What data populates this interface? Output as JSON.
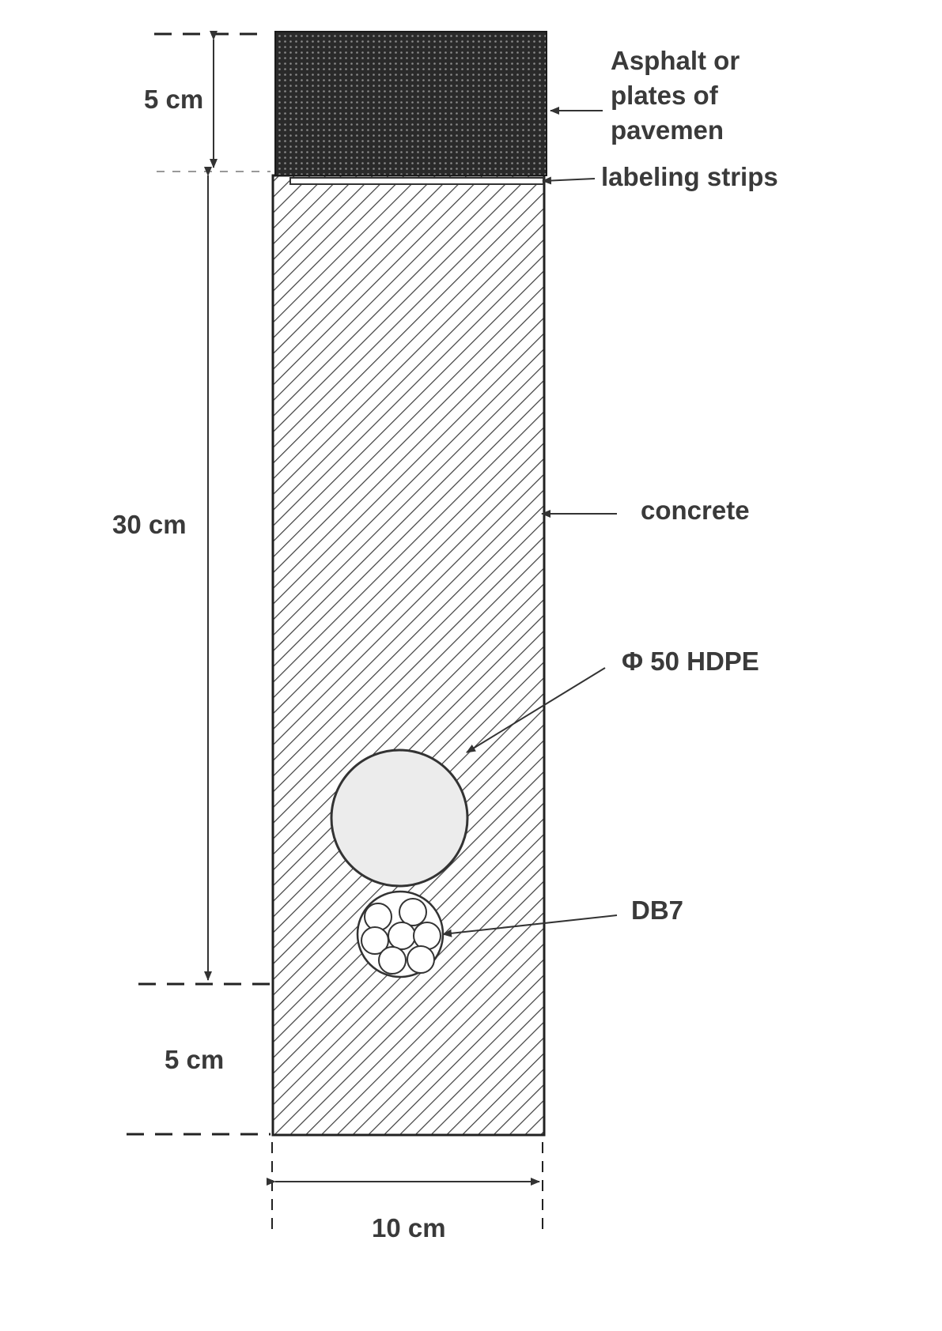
{
  "diagram": {
    "dimensions": {
      "top_layer": "5 cm",
      "middle_layer": "30 cm",
      "bottom_layer": "5 cm",
      "width": "10 cm"
    },
    "callouts": {
      "asphalt": [
        "Asphalt or",
        "plates of",
        "pavemen"
      ],
      "labeling_strips": "labeling strips",
      "concrete": "concrete",
      "hdpe": "Φ 50 HDPE",
      "cable": "DB7"
    },
    "colors": {
      "asphalt_fill": "#2a2a2a",
      "hatch_line": "#3c3c3c",
      "pipe_fill": "#ececec"
    }
  }
}
